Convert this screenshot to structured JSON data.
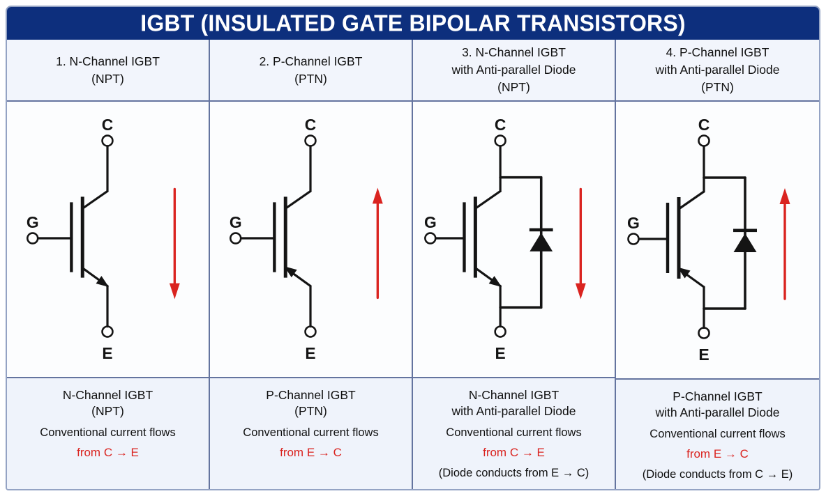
{
  "title": "IGBT (INSULATED GATE BIPOLAR TRANSISTORS)",
  "colors": {
    "banner_bg": "#0d2f7d",
    "banner_text": "#ffffff",
    "card_border": "#94a3c4",
    "grid_line": "#64749f",
    "header_bg": "#f2f5fc",
    "symbol_bg": "#fcfdfe",
    "caption_bg": "#eff3fb",
    "circuit": "#141414",
    "red": "#da2420",
    "page_bg": "#ffffff"
  },
  "columns": [
    {
      "header": "1. N-Channel IGBT\n(NPT)",
      "symbol": {
        "channel": "N",
        "anti_parallel_diode": false,
        "current_arrow": "down",
        "terminals": {
          "top": "C",
          "gate": "G",
          "bottom": "E"
        }
      },
      "caption": {
        "title": "N-Channel IGBT\n(NPT)",
        "flow_label": "Conventional current flows",
        "flow_direction": "from C → E",
        "diode_note": ""
      }
    },
    {
      "header": "2. P-Channel IGBT\n(PTN)",
      "symbol": {
        "channel": "P",
        "anti_parallel_diode": false,
        "current_arrow": "up",
        "terminals": {
          "top": "C",
          "gate": "G",
          "bottom": "E"
        }
      },
      "caption": {
        "title": "P-Channel IGBT\n(PTN)",
        "flow_label": "Conventional current flows",
        "flow_direction": "from E → C",
        "diode_note": ""
      }
    },
    {
      "header": "3. N-Channel IGBT\nwith Anti-parallel Diode\n(NPT)",
      "symbol": {
        "channel": "N",
        "anti_parallel_diode": true,
        "current_arrow": "down",
        "terminals": {
          "top": "C",
          "gate": "G",
          "bottom": "E"
        }
      },
      "caption": {
        "title": "N-Channel IGBT\nwith Anti-parallel Diode",
        "flow_label": "Conventional current flows",
        "flow_direction": "from C → E",
        "diode_note": "(Diode conducts from E → C)"
      }
    },
    {
      "header": "4. P-Channel IGBT\nwith Anti-parallel Diode\n(PTN)",
      "symbol": {
        "channel": "P",
        "anti_parallel_diode": true,
        "current_arrow": "up",
        "terminals": {
          "top": "C",
          "gate": "G",
          "bottom": "E"
        }
      },
      "caption": {
        "title": "P-Channel IGBT\nwith Anti-parallel Diode",
        "flow_label": "Conventional current flows",
        "flow_direction": "from E → C",
        "diode_note": "(Diode conducts from C → E)"
      }
    }
  ]
}
